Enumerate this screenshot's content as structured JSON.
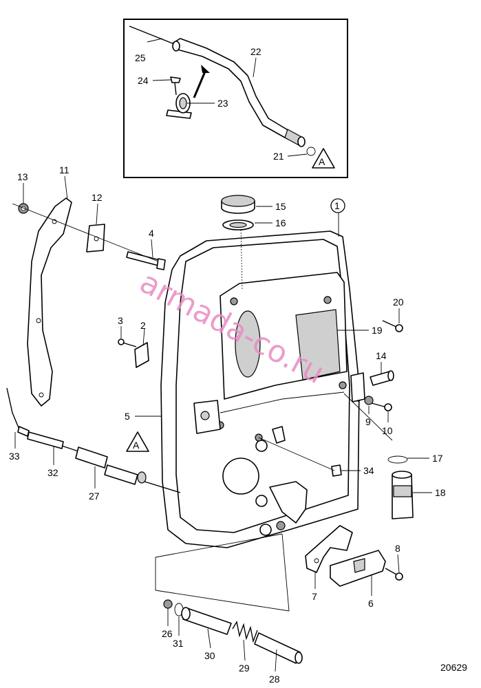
{
  "watermark": "armada-co.ru",
  "drawing_number": "20629",
  "view_marker": "A",
  "callouts": {
    "p1": "1",
    "p2": "2",
    "p3": "3",
    "p4": "4",
    "p5": "5",
    "p6": "6",
    "p7": "7",
    "p8": "8",
    "p9": "9",
    "p10": "10",
    "p11": "11",
    "p12": "12",
    "p13": "13",
    "p14": "14",
    "p15": "15",
    "p16": "16",
    "p17": "17",
    "p18": "18",
    "p19": "19",
    "p20": "20",
    "p21": "21",
    "p22": "22",
    "p23": "23",
    "p24": "24",
    "p25": "25",
    "p26": "26",
    "p27": "27",
    "p28": "28",
    "p29": "29",
    "p30": "30",
    "p31": "31",
    "p32": "32",
    "p33": "33",
    "p34": "34"
  }
}
